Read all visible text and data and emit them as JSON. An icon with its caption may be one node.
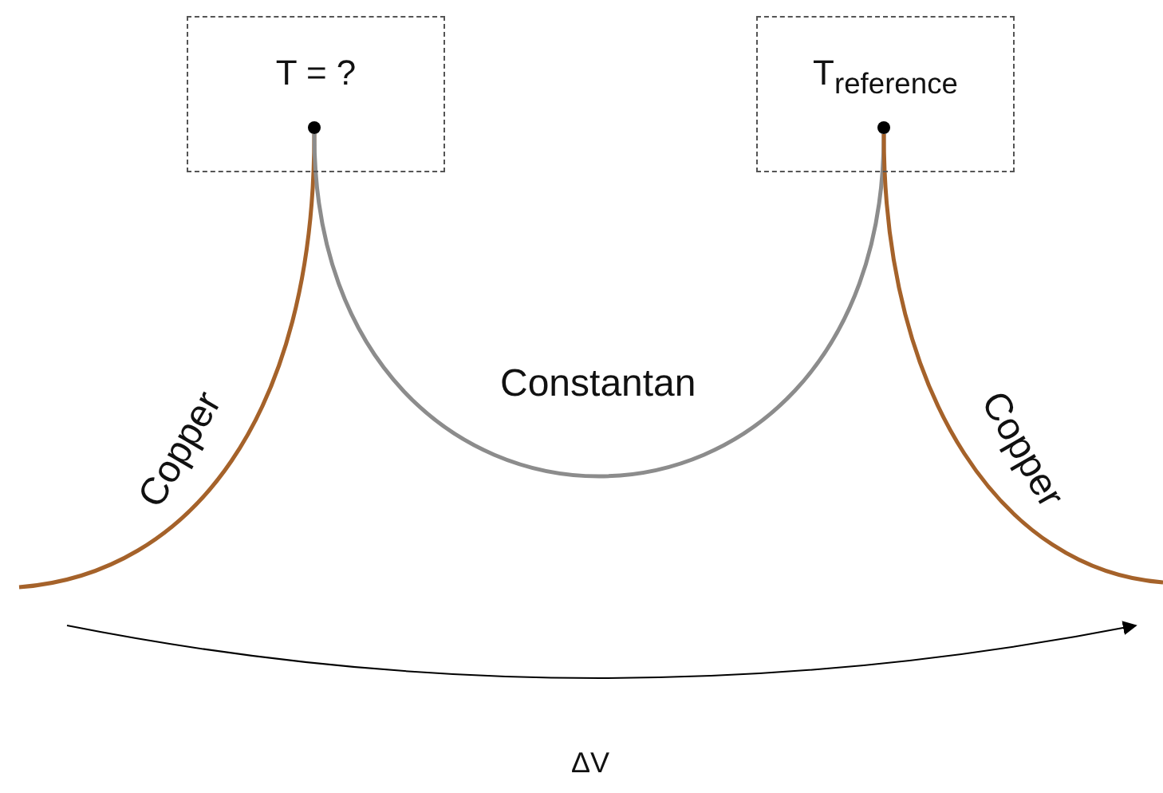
{
  "diagram": {
    "nodes": [
      {
        "text": [
          "T = ?"
        ]
      },
      {
        "text": [],
        "shape": "circle",
        "in": 0
      },
      {
        "text": [
          "T$_{reference}$"
        ]
      },
      {
        "text": [],
        "shape": "circle",
        "in": 2
      }
    ],
    "edges": [
      {
        "from": 1,
        "to": null,
        "arrow": "none",
        "label": "Copper",
        "color": "#a5622a"
      },
      {
        "from": 1,
        "to": 3,
        "arrow": "none",
        "label": "Constantan",
        "color": "#8c8c8c"
      },
      {
        "from": 3,
        "to": null,
        "arrow": "none",
        "label": "Copper",
        "color": "#a5622a"
      }
    ],
    "labels": [
      "ΔV"
    ]
  }
}
